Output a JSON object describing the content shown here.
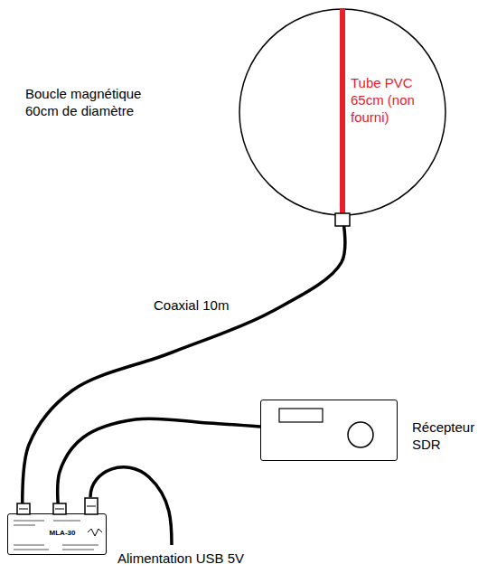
{
  "diagram": {
    "nodes": [
      {
        "text": [
          "Boucle magnétique 60cm de diamètre",
          "Tube PVC 65cm (non fourni)"
        ]
      },
      {
        "text": [
          "Récepteur SDR"
        ]
      },
      {
        "text": [
          "MLA-30"
        ]
      }
    ],
    "edges": [
      {
        "from": 0,
        "to": 2,
        "label": "Coaxial 10m",
        "arrow": "none"
      },
      {
        "from": 2,
        "to": 1,
        "arrow": "none"
      }
    ],
    "labels": [
      "Alimentation USB 5V"
    ]
  }
}
